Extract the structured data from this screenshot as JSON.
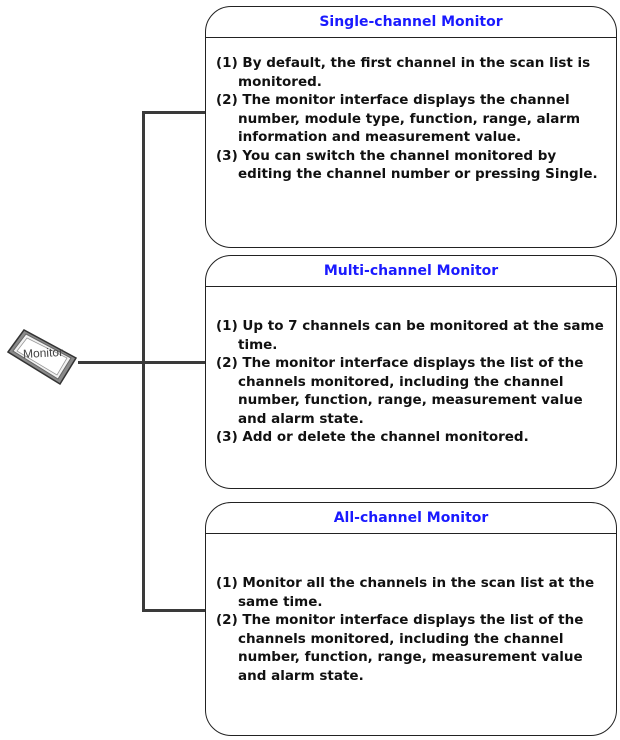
{
  "monitor_key": {
    "label": "Monitor",
    "icon": "monitor-key-icon"
  },
  "panels": [
    {
      "title": "Single-channel Monitor",
      "items": [
        "(1) By default, the first channel in the scan list is monitored.",
        "(2) The monitor interface displays the channel number, module type, function, range, alarm information and measurement value.",
        "(3) You can switch the channel monitored by editing the channel number or pressing Single."
      ]
    },
    {
      "title": "Multi-channel Monitor",
      "items": [
        "(1) Up to 7 channels can be monitored at the same time.",
        "(2) The monitor interface displays the list of the channels monitored, including the channel number, function, range, measurement value and alarm state.",
        "(3) Add or delete the channel monitored."
      ]
    },
    {
      "title": "All-channel Monitor",
      "items": [
        "(1) Monitor all the channels in the scan list at the same time.",
        "(2) The monitor interface displays the list of the channels monitored, including the channel number, function, range, measurement value and alarm state."
      ]
    }
  ],
  "colors": {
    "title": "#1a1aff",
    "text": "#111111",
    "line": "#3a3a3a"
  }
}
